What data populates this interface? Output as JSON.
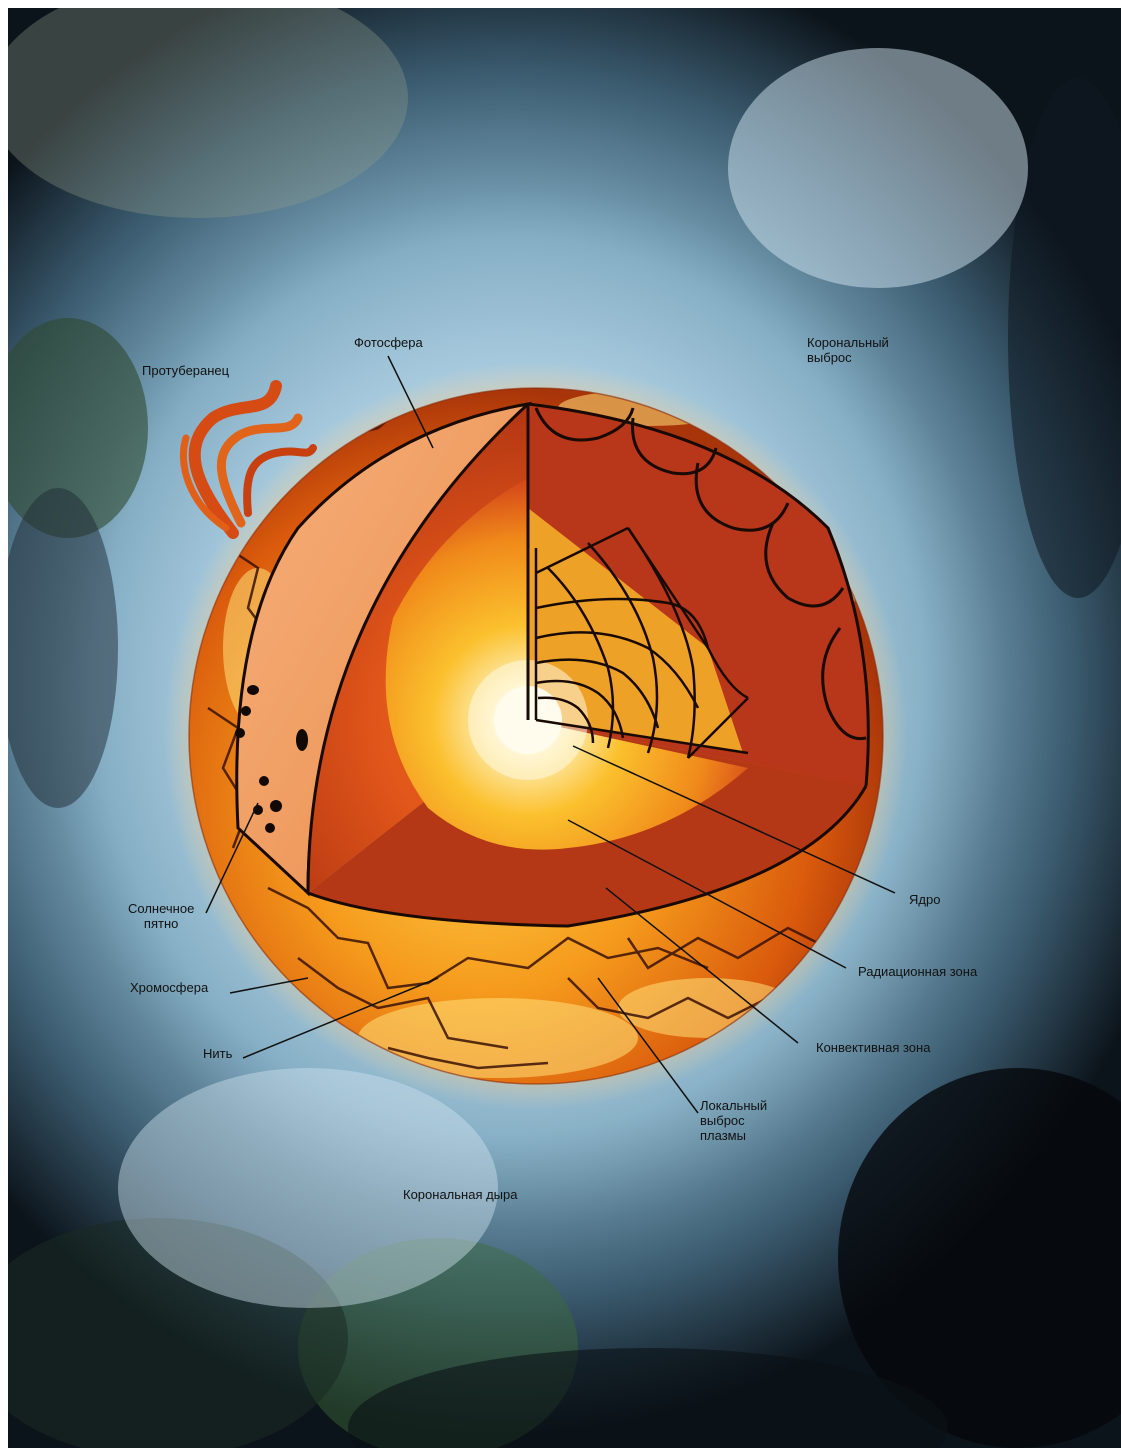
{
  "labels": {
    "prominence": "Протуберанец",
    "photosphere": "Фотосфера",
    "coronal_ejection": "Корональный\nвыброс",
    "sunspot": "Солнечное\nпятно",
    "chromosphere": "Хромосфера",
    "filament": "Нить",
    "core": "Ядро",
    "radiative_zone": "Радиационная зона",
    "convective_zone": "Конвективная зона",
    "local_plasma_ejection": "Локальный\nвыброс\nплазмы",
    "coronal_hole": "Корональная дыра"
  },
  "colors": {
    "sun_surface": "#f07a10",
    "photosphere": "#f29a5c",
    "convective_zone": "#b83a14",
    "radiative_zone": "#f6a61c",
    "core": "#ffffff",
    "corona": "#a6cadf",
    "space": "#0c141b"
  }
}
